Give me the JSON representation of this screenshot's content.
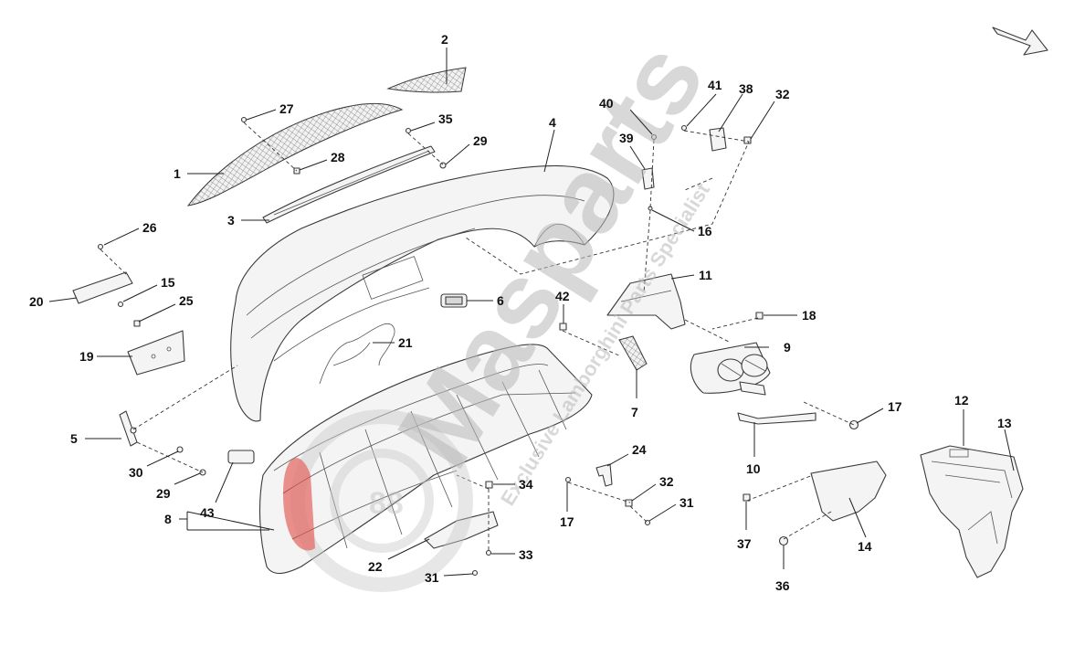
{
  "diagram": {
    "callouts": [
      "1",
      "2",
      "3",
      "4",
      "5",
      "6",
      "7",
      "8",
      "9",
      "10",
      "11",
      "12",
      "13",
      "14",
      "15",
      "16",
      "17",
      "17",
      "18",
      "19",
      "20",
      "21",
      "22",
      "24",
      "25",
      "26",
      "27",
      "28",
      "29",
      "29",
      "30",
      "31",
      "31",
      "32",
      "32",
      "33",
      "34",
      "35",
      "36",
      "37",
      "38",
      "39",
      "40",
      "41",
      "42",
      "43"
    ],
    "watermark": {
      "brand": "Masparts",
      "tagline": "Exclusive Lamborghini Parts Specialist"
    },
    "icons": {
      "direction": "arrow-icon",
      "logo": "masparts-logo"
    },
    "colors": {
      "line": "#3a3a3a",
      "watermark": "#b9b9b9",
      "logo_red": "#e0403a"
    }
  }
}
